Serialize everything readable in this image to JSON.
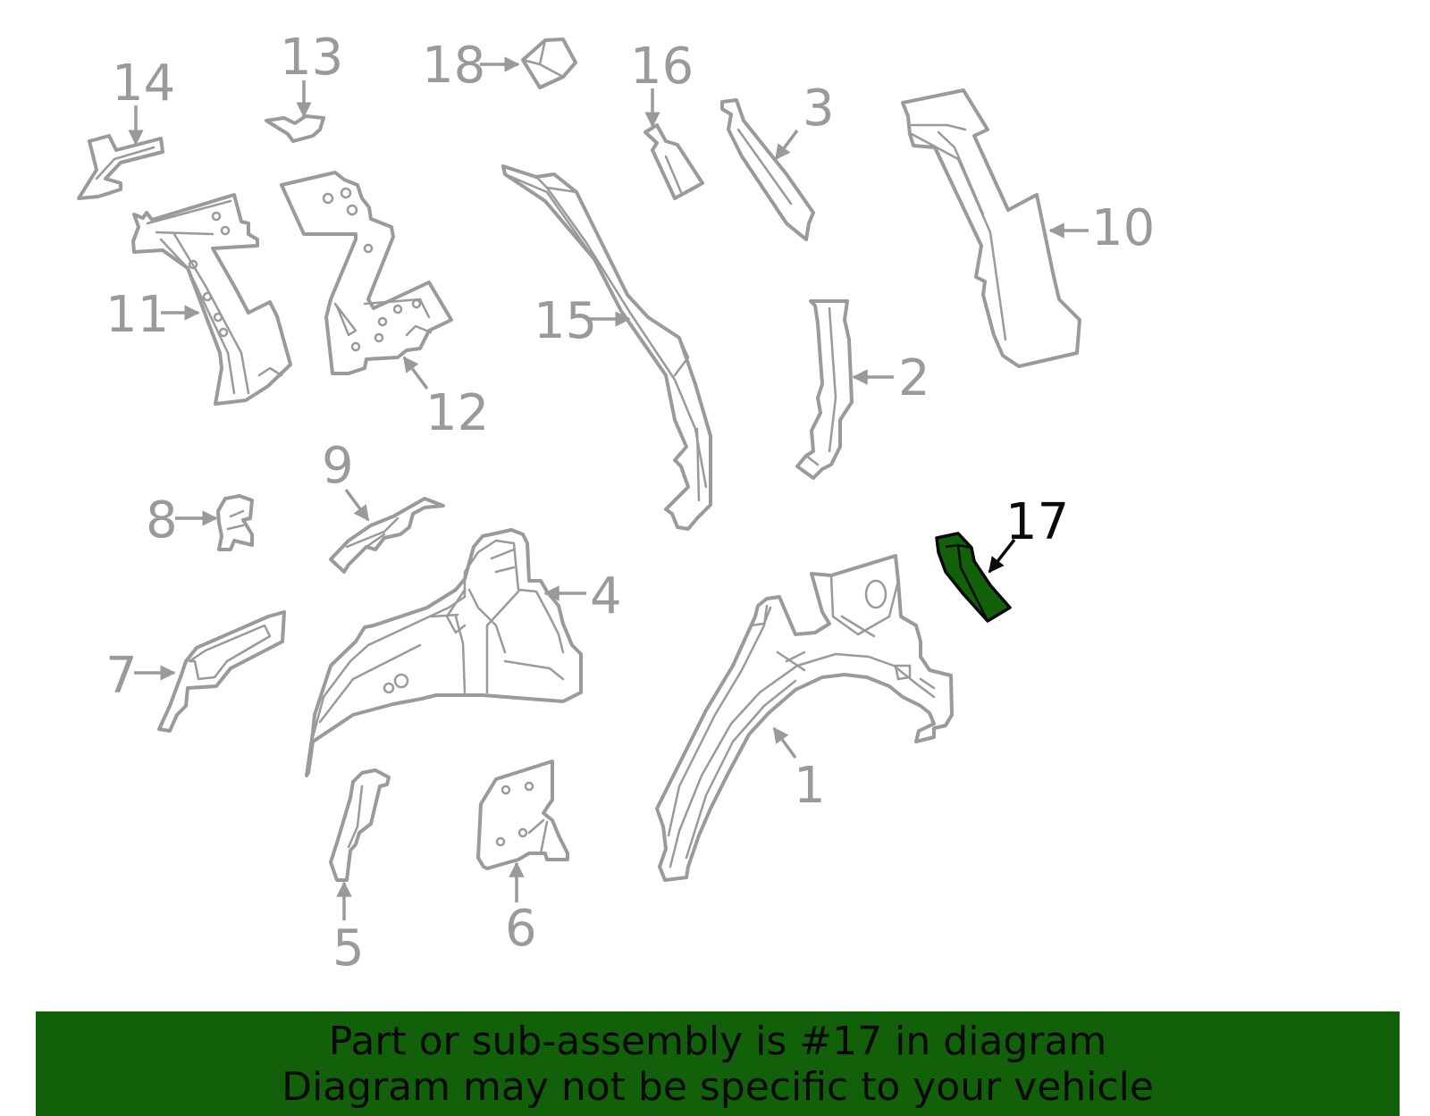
{
  "colors": {
    "part_stroke": "#9a9a9a",
    "label_gray": "#9a9a9a",
    "highlight_fill": "#126009",
    "highlight_label": "#0a0a0a",
    "banner_bg": "#126009",
    "banner_text": "#0a0a0a"
  },
  "diagram": {
    "highlighted_part": "17",
    "callouts": {
      "c1": "1",
      "c2": "2",
      "c3": "3",
      "c4": "4",
      "c5": "5",
      "c6": "6",
      "c7": "7",
      "c8": "8",
      "c9": "9",
      "c10": "10",
      "c11": "11",
      "c12": "12",
      "c13": "13",
      "c14": "14",
      "c15": "15",
      "c16": "16",
      "c17": "17",
      "c18": "18"
    }
  },
  "banner": {
    "line1": "Part or sub-assembly is #17 in diagram",
    "line2": "Diagram may not be specific to your vehicle"
  }
}
